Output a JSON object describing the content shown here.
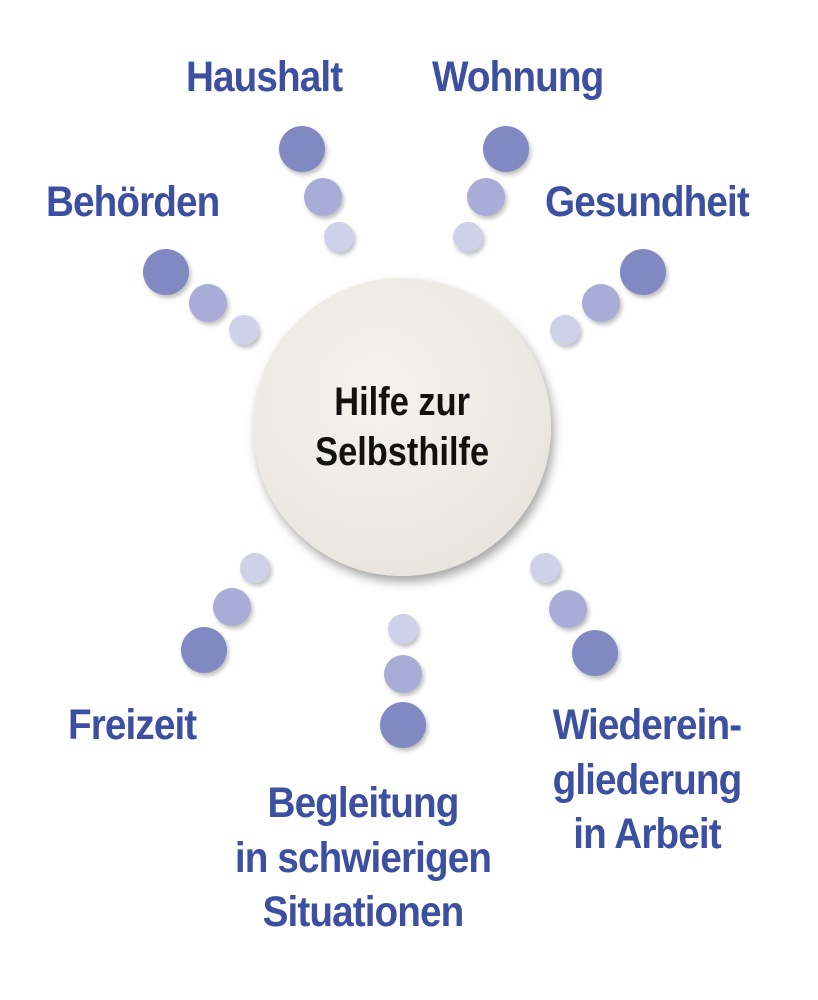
{
  "center": {
    "line1": "Hilfe zur",
    "line2": "Selbsthilfe"
  },
  "labels": {
    "haushalt": "Haushalt",
    "wohnung": "Wohnung",
    "behoerden": "Behörden",
    "gesundheit": "Gesundheit",
    "freizeit": "Freizeit",
    "begleitung": [
      "Begleitung",
      "in schwierigen",
      "Situationen"
    ],
    "wiedereingliederung": [
      "Wiederein-",
      "gliederung",
      "in Arbeit"
    ]
  },
  "colors": {
    "label_text": "#3c4fa0",
    "center_text": "#111111",
    "dot_large": "#8089c2",
    "dot_medium": "#a8acd6",
    "dot_small": "#cfd1ea",
    "center_fill": "#ece8e2"
  }
}
